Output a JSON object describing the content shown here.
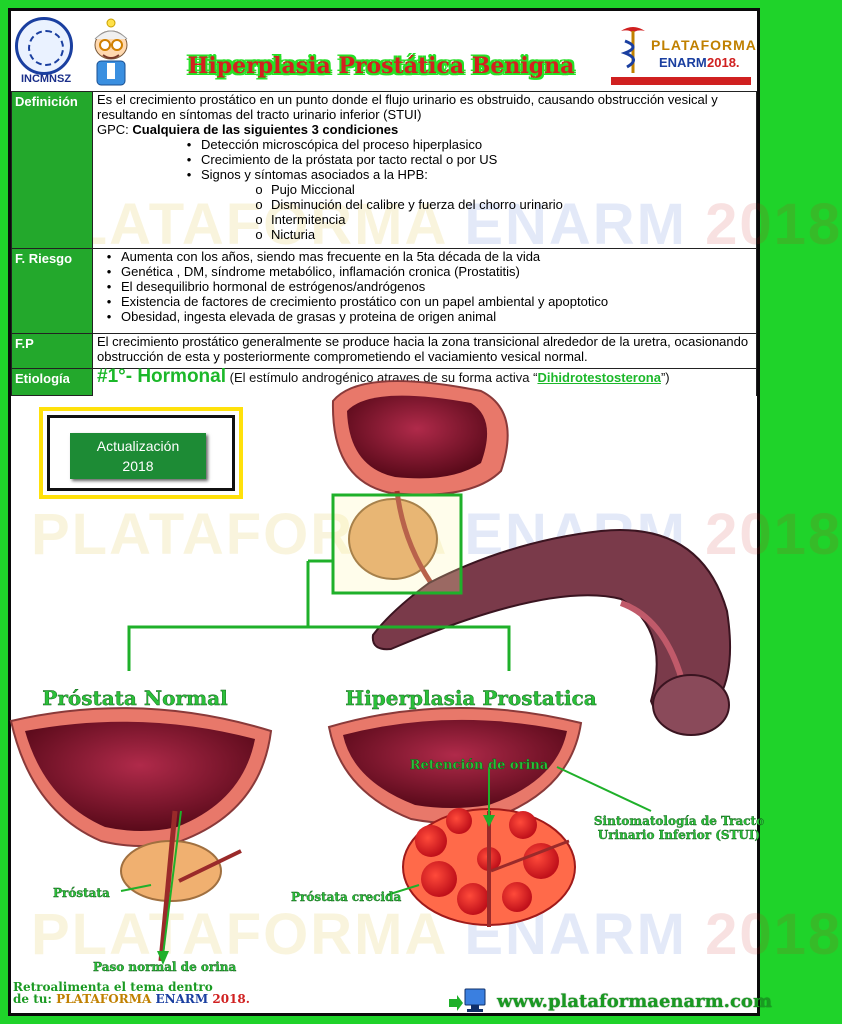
{
  "header": {
    "institution": "INCMNSZ",
    "title": "Hiperplasia Prostática Benigna",
    "brand_line1": "PLATAFORMA",
    "brand_line2": "ENARM",
    "brand_year": "2018."
  },
  "watermark": {
    "w1": "PLATAFORMA",
    "w2": "ENARM",
    "w3": "2018"
  },
  "definicion": {
    "label": "Definición",
    "text": "Es el crecimiento prostático en un punto donde el flujo urinario es obstruido, causando obstrucción vesical y resultando en síntomas del tracto urinario inferior (STUI)",
    "gpc_prefix": "GPC: ",
    "gpc_title": "Cualquiera de las siguientes 3 condiciones",
    "conditions": [
      "Detección microscópica del proceso hiperplasico",
      "Crecimiento de la próstata por tacto rectal o por US",
      "Signos y síntomas asociados a la HPB:"
    ],
    "symptoms": [
      "Pujo Miccional",
      "Disminución del calibre y fuerza del chorro urinario",
      "Intermitencia",
      "Nicturia"
    ]
  },
  "riesgo": {
    "label": "F. Riesgo",
    "items": [
      "Aumenta con los años, siendo mas frecuente en la 5ta década  de la vida",
      "Genética , DM,  síndrome metabólico, inflamación cronica (Prostatitis)",
      "El desequilibrio hormonal de estrógenos/andrógenos",
      "Existencia de factores de crecimiento prostático con un papel ambiental y apoptotico",
      "Obesidad, ingesta elevada de grasas y proteina de origen animal"
    ]
  },
  "fp": {
    "label": "F.P",
    "text": "El crecimiento prostático generalmente se produce hacia la zona transicional alrededor de la uretra, ocasionando obstrucción de esta y posteriormente comprometiendo el vaciamiento vesical normal."
  },
  "etiologia": {
    "label": "Etiología",
    "headline": "#1°- Hormonal",
    "paren_open": " (El estímulo androgénico atraves de su forma activa “",
    "dht": "Dihidrotestosterona",
    "paren_close": "”)"
  },
  "update_badge": {
    "line1": "Actualización",
    "line2": "2018"
  },
  "diagram": {
    "normal_title": "Próstata Normal",
    "hpb_title": "Hiperplasia Prostatica",
    "prostata": "Próstata",
    "paso_normal": "Paso normal de orina",
    "retencion": "Retención de orina",
    "prostata_crecida": "Próstata crecida",
    "stui_line1": "Sintomatología de Tracto",
    "stui_line2": "Urinario Inferior (STUI)"
  },
  "footer": {
    "line1": "Retroalimenta el tema dentro",
    "line2_prefix": "de tu: ",
    "line2_a": "PLATAFORMA",
    "line2_b": " ENARM ",
    "line2_c": "2018.",
    "website": "www.plataformaenarm.com"
  },
  "colors": {
    "frame_green": "#1fd32a",
    "label_green": "#23a82c",
    "accent_red": "#d42020"
  }
}
